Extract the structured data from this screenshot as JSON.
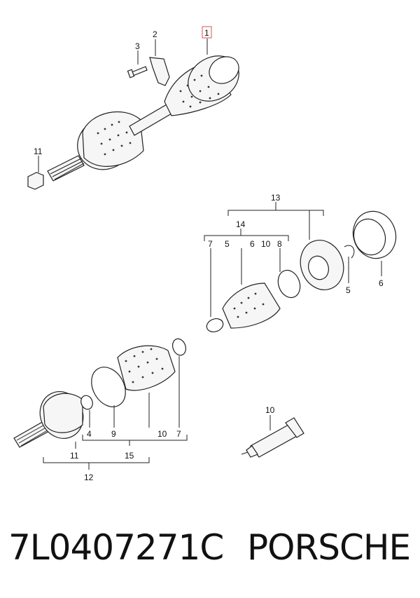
{
  "callouts": {
    "a1": "1",
    "a2": "2",
    "a3": "3",
    "a11": "11",
    "b13": "13",
    "b14": "14",
    "b7": "7",
    "b5": "5",
    "b6a": "6",
    "b10": "10",
    "b8": "8",
    "b5r": "5",
    "b6r": "6",
    "c4": "4",
    "c9": "9",
    "c10": "10",
    "c7": "7",
    "c11": "11",
    "c15": "15",
    "c12": "12",
    "d10": "10"
  },
  "footer": {
    "part_number": "7L0407271C",
    "brand": "PORSCHE"
  },
  "colors": {
    "highlight": "#d9534f",
    "ink": "#222222"
  }
}
